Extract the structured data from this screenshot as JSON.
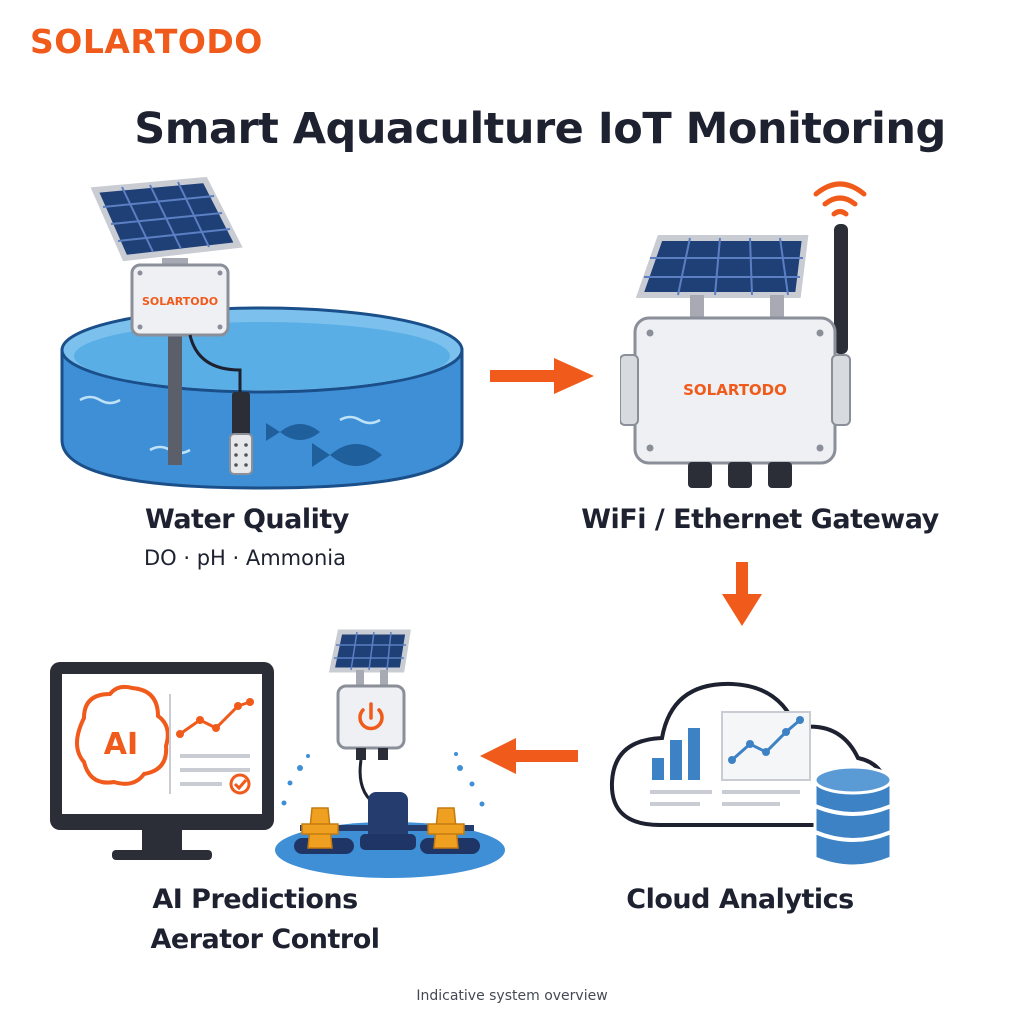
{
  "brand": {
    "logo": "SOLARTODO"
  },
  "title": "Smart Aquaculture IoT Monitoring",
  "nodes": {
    "sensor": {
      "label": "Water Quality",
      "sublabel": "DO · pH · Ammonia",
      "device_brand": "SOLARTODO"
    },
    "gateway": {
      "label": "WiFi / Ethernet Gateway",
      "device_brand": "SOLARTODO"
    },
    "cloud": {
      "label": "Cloud Analytics"
    },
    "control": {
      "label_line1": "AI Predictions",
      "label_line2": "Aerator Control",
      "screen_text": "AI"
    }
  },
  "flow": [
    "sensor",
    "gateway",
    "cloud",
    "control"
  ],
  "footer": "Indicative system overview",
  "colors": {
    "accent": "#f05a1a",
    "water": "#3f8fd6",
    "cloud_chart": "#3d82c4",
    "text": "#1d2130"
  }
}
